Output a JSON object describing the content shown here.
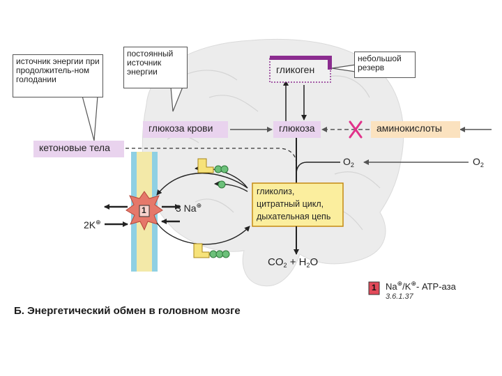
{
  "callouts": {
    "starvation": "источник энергии при продолжитель-ном голодании",
    "constant": "постоянный источник энергии",
    "small_reserve": "небольшой резерв"
  },
  "nodes": {
    "glycogen": "гликоген",
    "blood_glucose": "глюкоза крови",
    "glucose": "глюкоза",
    "amino_acids": "аминокислоты",
    "ketone_bodies": "кетоновые тела",
    "o2_left": "O",
    "o2_right": "O",
    "o2_sub": "2"
  },
  "process_box": {
    "line1": "гликолиз,",
    "line2": "цитратный цикл,",
    "line3": "дыхательная цепь"
  },
  "products": {
    "co2": "CO",
    "co2_sub": "2",
    "plus": "+",
    "h2o_h": "H",
    "h2o_sub": "2",
    "h2o_o": "O"
  },
  "ions": {
    "na": "3 Na",
    "na_charge": "⊕",
    "k": "2K",
    "k_charge": "⊕"
  },
  "pump": {
    "number": "1"
  },
  "legend": {
    "number": "1",
    "enzyme": "Na",
    "enzyme_mid": "/K",
    "enzyme_end": "- АТР-аза",
    "charge": "⊕",
    "ec": "3.6.1.37"
  },
  "caption": "Б. Энергетический обмен в головном мозге",
  "colors": {
    "purple": "#e9d3ee",
    "glycogen_dark": "#8b2c8f",
    "orange": "#fbe2bf",
    "yellow_box": "#fbee9e",
    "yellow_border": "#c48a12",
    "pump_red": "#e5786a",
    "membrane_yellow": "#f3e9a8",
    "membrane_blue": "#8fd0e3",
    "nucleotide_green": "#6cc07a",
    "x_mark": "#e0328a"
  }
}
